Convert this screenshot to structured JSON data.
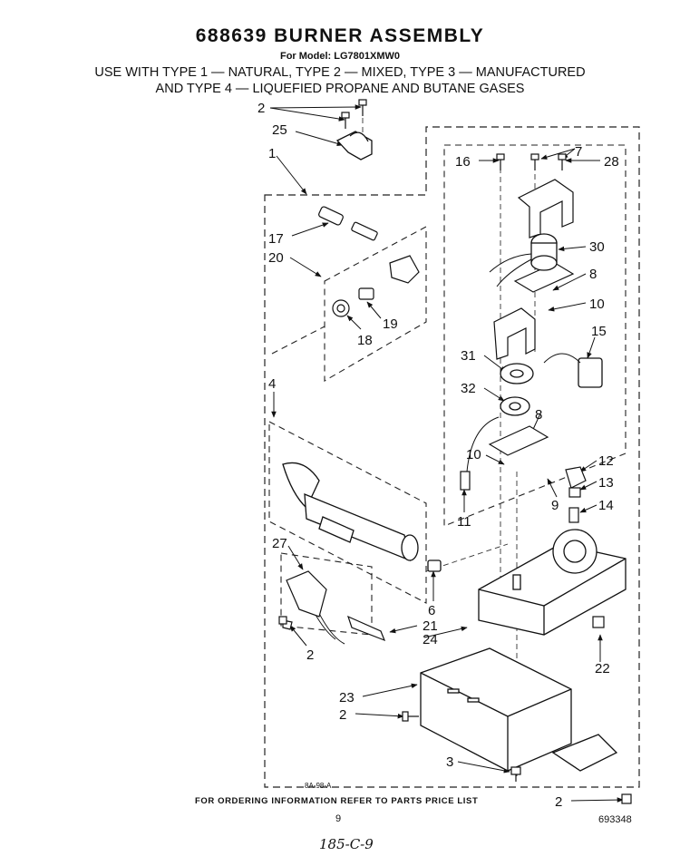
{
  "header": {
    "title": "688639 BURNER ASSEMBLY",
    "model": "For Model: LG7801XMW0",
    "line1": "USE WITH TYPE 1 — NATURAL, TYPE 2 — MIXED, TYPE 3 — MANUFACTURED",
    "line2": "AND TYPE 4 — LIQUEFIED PROPANE AND BUTANE GASES"
  },
  "callouts": {
    "c1": "1",
    "c2a": "2",
    "c2b": "2",
    "c2c": "2",
    "c2d": "2",
    "c3": "3",
    "c4": "4",
    "c6": "6",
    "c7": "7",
    "c8a": "8",
    "c8b": "8",
    "c9": "9",
    "c10a": "10",
    "c10b": "10",
    "c11": "11",
    "c12": "12",
    "c13": "13",
    "c14": "14",
    "c15": "15",
    "c16": "16",
    "c17": "17",
    "c18": "18",
    "c19": "19",
    "c20": "20",
    "c21": "21",
    "c22": "22",
    "c23": "23",
    "c24": "24",
    "c25": "25",
    "c27": "27",
    "c28": "28",
    "c30": "30",
    "c31": "31",
    "c32": "32"
  },
  "diagram_code": "8A-98-A",
  "footer": {
    "ordering_note": "FOR ORDERING INFORMATION REFER TO PARTS PRICE LIST",
    "page_number": "9",
    "part_number": "693348",
    "handwritten": "185-C-9"
  }
}
